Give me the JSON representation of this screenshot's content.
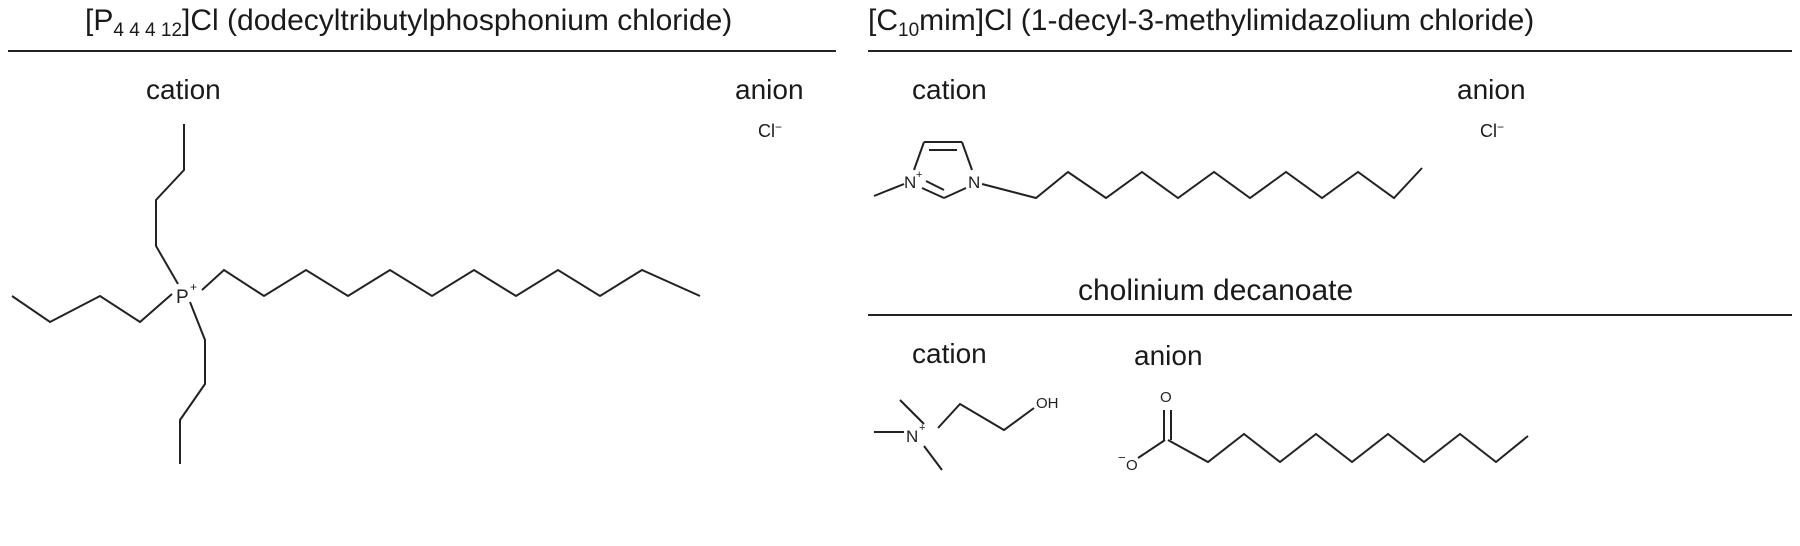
{
  "left": {
    "title_prefix": "[P",
    "title_sub": "4 4 4 12",
    "title_suffix": "]Cl (dodecyltributylphosphonium chloride)",
    "cation_label": "cation",
    "anion_label": "anion",
    "anion_symbol": "Cl",
    "anion_charge": "−",
    "atom_p": "P",
    "atom_p_charge": "+"
  },
  "right_top": {
    "title_prefix": "[C",
    "title_sub": "10",
    "title_suffix": "mim]Cl (1-decyl-3-methylimidazolium chloride)",
    "cation_label": "cation",
    "anion_label": "anion",
    "anion_symbol": "Cl",
    "anion_charge": "−",
    "atom_n1": "N",
    "atom_n1_charge": "+",
    "atom_n2": "N"
  },
  "right_bottom": {
    "title": "cholinium decanoate",
    "cation_label": "cation",
    "anion_label": "anion",
    "atom_n": "N",
    "atom_n_charge": "+",
    "atom_oh": "OH",
    "atom_o_double": "O",
    "atom_o_minus": "O",
    "atom_o_minus_charge": "−"
  }
}
